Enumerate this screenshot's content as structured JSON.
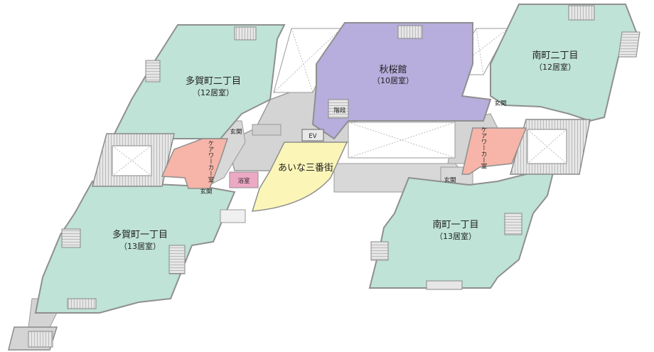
{
  "units": {
    "tagacho_2": {
      "name": "多賀町二丁目",
      "rooms": "（12居室）"
    },
    "tagacho_1": {
      "name": "多賀町一丁目",
      "rooms": "（13居室）"
    },
    "akisakura": {
      "name": "秋桜館",
      "rooms": "（10居室）"
    },
    "minamimachi_2": {
      "name": "南町二丁目",
      "rooms": "（12居室）"
    },
    "minamimachi_1": {
      "name": "南町一丁目",
      "rooms": "（13居室）"
    },
    "aina": {
      "name": "あいな三番街"
    }
  },
  "rooms": {
    "careworker_left": "ケアワーカー室",
    "careworker_right": "ケアワーカー室",
    "bath": "浴室",
    "ev": "EV",
    "stairs": "階段",
    "genkan_1": "玄関",
    "genkan_2": "玄関",
    "genkan_3": "玄関",
    "genkan_4": "玄関"
  },
  "colors": {
    "unit_green": "#bfe3d6",
    "akisakura_purple": "#b7aedd",
    "aina_yellow": "#fbf5b8",
    "careworker_pink": "#f6b5a8",
    "bath_pink": "#eda9c4",
    "corridor_gray": "#d4d4d4",
    "wall_gray": "#9a9a9a"
  }
}
